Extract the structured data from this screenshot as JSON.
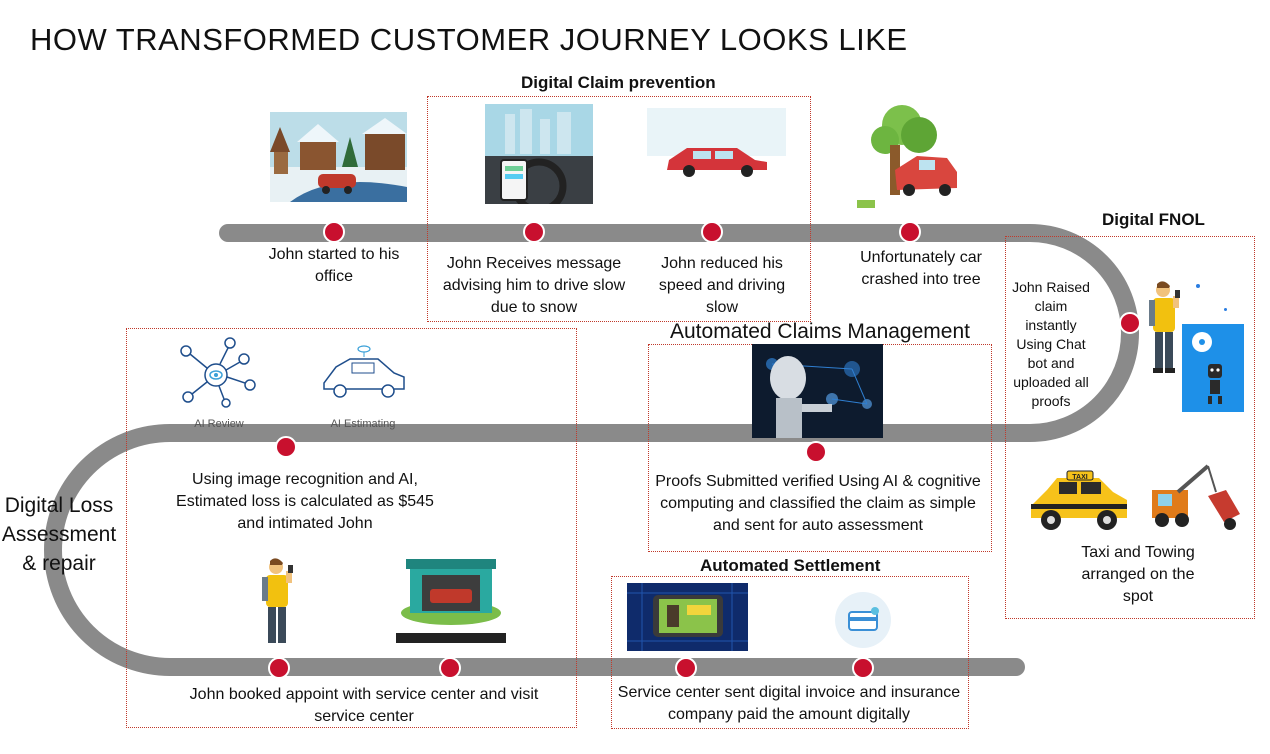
{
  "title": "HOW TRANSFORMED CUSTOMER JOURNEY LOOKS LIKE",
  "sections": {
    "claim_prevention": "Digital Claim prevention",
    "fnol": "Digital FNOL",
    "claims_mgmt": "Automated Claims Management",
    "loss_assessment": "Digital Loss Assessment & repair",
    "settlement": "Automated Settlement"
  },
  "steps": {
    "start": "John started to his office",
    "message": "John Receives message advising him to drive slow due to snow",
    "reduced": "John reduced his speed and driving slow",
    "crash": "Unfortunately car crashed into tree",
    "fnol": "John Raised claim instantly Using Chat bot and uploaded all proofs",
    "taxi": "Taxi and Towing arranged on the spot",
    "verified": "Proofs Submitted verified Using AI & cognitive computing and classified the claim as simple and sent for auto assessment",
    "estimate": "Using image recognition and AI, Estimated loss is calculated as $545 and intimated John",
    "booked": "John booked appoint with  service center and visit service center",
    "invoice": "Service center sent digital invoice and insurance company paid the amount digitally"
  },
  "icon_labels": {
    "ai_review": "AI Review",
    "ai_estimating": "AI Estimating",
    "taxi_sign": "TAXI"
  },
  "colors": {
    "track": "#8a8a8a",
    "dot": "#c8102e",
    "box_border": "#c0392b"
  }
}
